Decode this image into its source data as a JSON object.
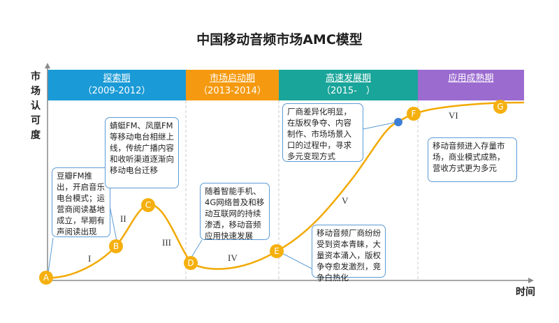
{
  "title": "中国移动音频市场AMC模型",
  "y_axis_label": "市场认可度",
  "x_axis_label": "时间",
  "phases": [
    {
      "name": "探索期",
      "years": "（2009-2012）",
      "color": "#1a9ad6"
    },
    {
      "name": "市场启动期",
      "years": "（2013-2014）",
      "color": "#f59a10"
    },
    {
      "name": "高速发展期",
      "years": "（2015-　）",
      "color": "#1aa59a"
    },
    {
      "name": "应用成熟期",
      "years": "",
      "color": "#9b6bd0"
    }
  ],
  "points": [
    "A",
    "B",
    "C",
    "D",
    "E",
    "F",
    "G"
  ],
  "segments": [
    "I",
    "II",
    "III",
    "IV",
    "V",
    "VI"
  ],
  "colors": {
    "curve": "#f2a900",
    "point": "#f5b00f",
    "marker": "#3d7fd6",
    "box_border": "#5b9bd5"
  },
  "annotations": [
    {
      "key": "a",
      "text": "豆瓣FM推出，开启音乐电台模式；运营商阅读基地成立，早期有声阅读出现"
    },
    {
      "key": "b",
      "text": "蜻蜓FM、凤凰FM等移动电台相继上线，传统广播内容和收听渠道逐渐向移动电台迁移"
    },
    {
      "key": "d",
      "text": "随着智能手机、4G网络普及和移动互联网的持续渗透，移动音频应用快速发展"
    },
    {
      "key": "e",
      "text": "移动音频厂商纷纷受到资本青睐，大量资本涌入，版权争夺愈发激烈，竞争白热化"
    },
    {
      "key": "f",
      "text": "厂商差异化明显，在版权争夺、内容制作、市场场景入口的过程中，寻求多元变现方式"
    },
    {
      "key": "g",
      "text": "移动音频进入存量市场，商业模式成熟，营收方式更为多元"
    }
  ]
}
